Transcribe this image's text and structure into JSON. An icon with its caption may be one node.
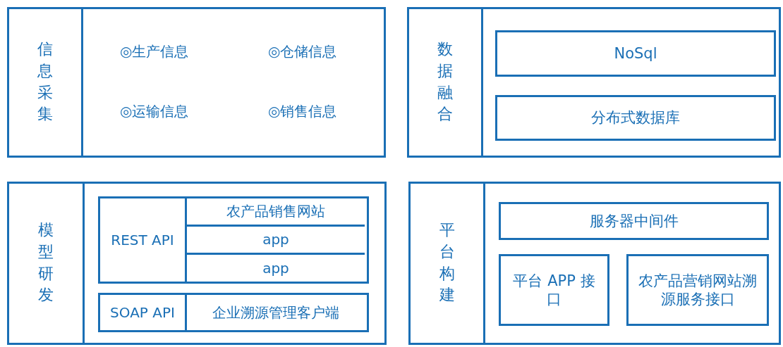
{
  "diagram": {
    "nodes": [
      {
        "text": [
          "信息采集"
        ]
      },
      {
        "text": [
          "数据融合"
        ]
      },
      {
        "text": [
          "NoSql"
        ],
        "in": 1
      },
      {
        "text": [
          "分布式数据库"
        ],
        "in": 1
      },
      {
        "text": [
          "模型研发"
        ]
      },
      {
        "text": [
          "REST API"
        ],
        "in": 4
      },
      {
        "text": [
          "农产品销售网站"
        ],
        "in": 5
      },
      {
        "text": [
          "app"
        ],
        "in": 5
      },
      {
        "text": [
          "app"
        ],
        "in": 5
      },
      {
        "text": [
          "SOAP API"
        ],
        "in": 4
      },
      {
        "text": [
          "企业溯源管理客户端"
        ],
        "in": 9
      },
      {
        "text": [
          "平台构建"
        ]
      },
      {
        "text": [
          "服务器中间件"
        ],
        "in": 11
      },
      {
        "text": [
          "平台 APP 接口"
        ],
        "in": 11
      },
      {
        "text": [
          "农产品营销网站溯源服务接口"
        ],
        "in": 11
      }
    ],
    "labels": [
      "◎生产信息",
      "◎仓储信息",
      "◎运输信息",
      "◎销售信息"
    ]
  }
}
